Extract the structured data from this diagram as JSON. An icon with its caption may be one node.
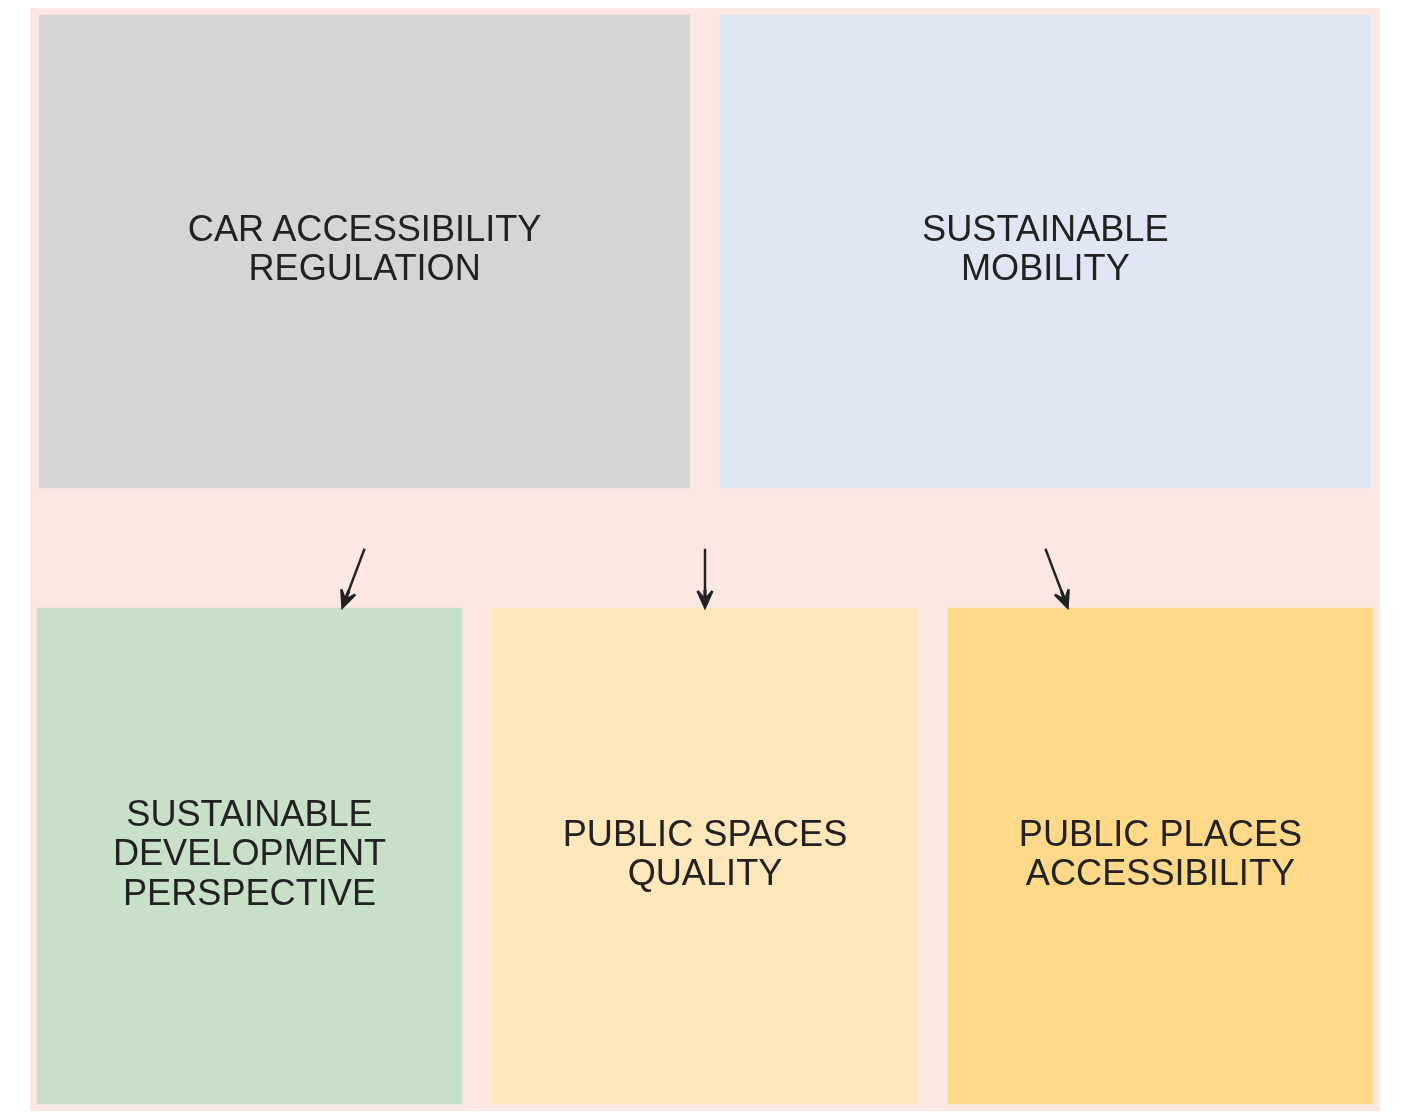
{
  "diagram": {
    "nodes": [
      {
        "text": [
          "CAR ACCESSIBILITY REGULATION"
        ]
      },
      {
        "text": [
          "SUSTAINABLE MOBILITY"
        ]
      },
      {
        "text": [
          "SUSTAINABLE DEVELOPMENT PERSPECTIVE"
        ]
      },
      {
        "text": [
          "PUBLIC SPACES QUALITY"
        ]
      },
      {
        "text": [
          "PUBLIC PLACES ACCESSIBILITY"
        ]
      }
    ],
    "edges": [
      {
        "from": null,
        "to": 2,
        "arrow": "to"
      },
      {
        "from": null,
        "to": 3,
        "arrow": "to"
      },
      {
        "from": null,
        "to": 4,
        "arrow": "to"
      }
    ]
  }
}
